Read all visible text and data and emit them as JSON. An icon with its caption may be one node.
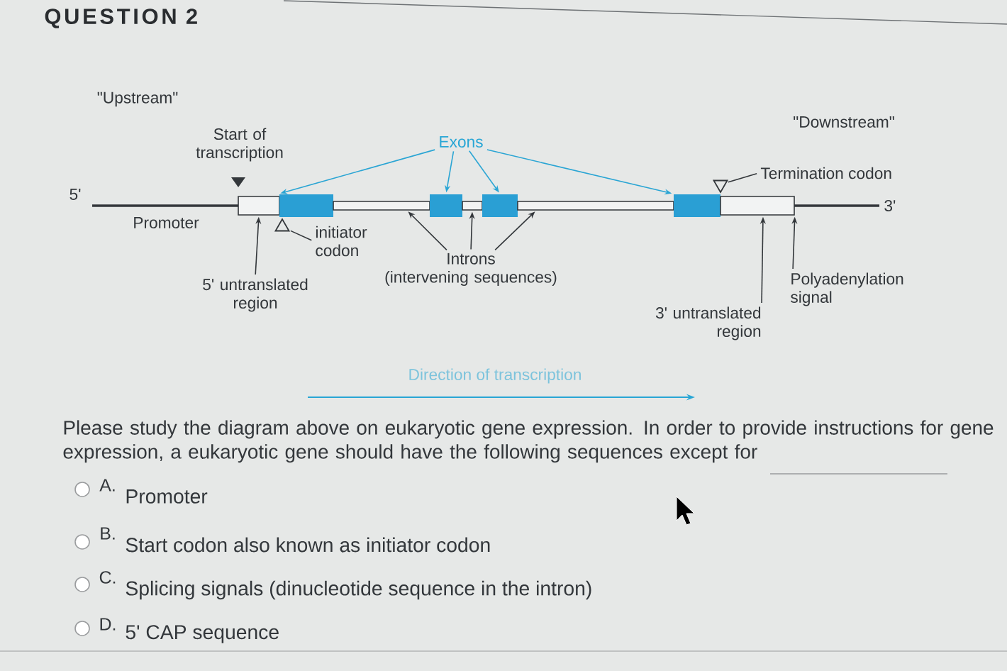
{
  "diagram": {
    "title": "QUESTION 2",
    "nodes": [
      {
        "text": [
          "Exons"
        ]
      },
      {
        "text": [],
        "shape": "box"
      },
      {
        "text": [],
        "shape": "triangle"
      },
      {
        "text": [],
        "shape": "box"
      },
      {
        "text": [],
        "shape": "bar"
      },
      {
        "text": [],
        "shape": "box"
      },
      {
        "text": [],
        "shape": "bar"
      },
      {
        "text": [],
        "shape": "box"
      },
      {
        "text": [],
        "shape": "bar"
      },
      {
        "text": [],
        "shape": "box"
      },
      {
        "text": [],
        "shape": "triangle"
      },
      {
        "text": [],
        "shape": "box"
      },
      {
        "text": [
          "Termination codon"
        ]
      },
      {
        "text": [
          "initiator codon"
        ]
      },
      {
        "text": [
          "Introns",
          "(intervening sequences)"
        ]
      },
      {
        "text": [
          "5' untranslated region"
        ]
      },
      {
        "text": [
          "3' untranslated region"
        ]
      },
      {
        "text": [
          "Polyadenylation signal"
        ]
      }
    ],
    "edges": [
      {
        "from": 0,
        "to": 3,
        "arrow": "to",
        "color": "#2aa5d4"
      },
      {
        "from": 0,
        "to": 5,
        "arrow": "to",
        "color": "#2aa5d4"
      },
      {
        "from": 0,
        "to": 7,
        "arrow": "to",
        "color": "#2aa5d4"
      },
      {
        "from": 0,
        "to": 9,
        "arrow": "to",
        "color": "#2aa5d4"
      },
      {
        "from": 13,
        "to": 2,
        "arrow": "none"
      },
      {
        "from": 14,
        "to": 4,
        "arrow": "to"
      },
      {
        "from": 14,
        "to": 6,
        "arrow": "to"
      },
      {
        "from": 14,
        "to": 8,
        "arrow": "to"
      },
      {
        "from": 12,
        "to": 10,
        "arrow": "none"
      },
      {
        "from": 15,
        "to": 1,
        "arrow": "to"
      },
      {
        "from": 16,
        "to": 11,
        "arrow": "to"
      },
      {
        "from": 17,
        "to": 11,
        "arrow": "to"
      }
    ],
    "labels": [
      "\"Upstream\"",
      "\"Downstream\"",
      "Start of transcription",
      "5'",
      "Promoter",
      "3'",
      "Direction of transcription",
      "Please study the diagram above on eukaryotic gene expression. In order to provide instructions for gene expression, a eukaryotic gene should have the following sequences except for",
      "A.",
      "Promoter",
      "B.",
      "Start codon also known as initiator codon",
      "C.",
      "Splicing signals (dinucleotide sequence in the intron)",
      "D.",
      "5' CAP sequence"
    ]
  }
}
